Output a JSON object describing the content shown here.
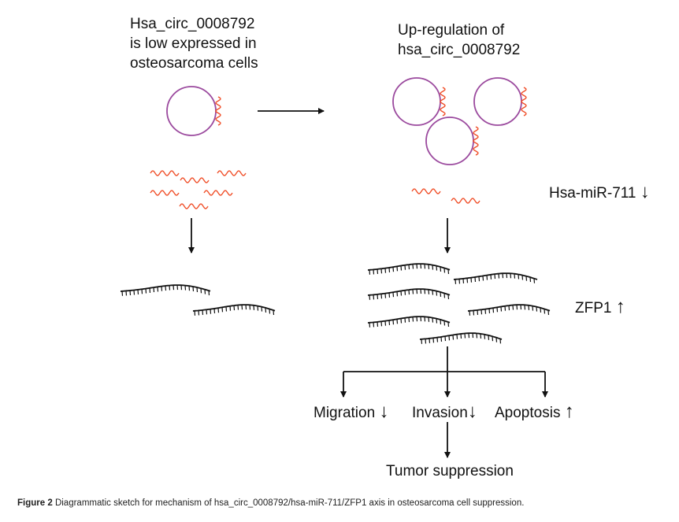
{
  "left_panel": {
    "title_lines": [
      "Hsa_circ_0008792",
      "is low expressed in",
      "osteosarcoma cells"
    ]
  },
  "right_panel": {
    "title_lines": [
      "Up-regulation of",
      "hsa_circ_0008792"
    ],
    "mirna_label": "Hsa-miR-711",
    "mirna_arrow": "↓",
    "target_label": "ZFP1",
    "target_arrow": "↑"
  },
  "outcomes": [
    {
      "label": "Migration",
      "arrow": "↓"
    },
    {
      "label": "Invasion",
      "arrow": "↓"
    },
    {
      "label": "Apoptosis",
      "arrow": "↑"
    }
  ],
  "final_outcome": "Tumor suppression",
  "caption": {
    "label": "Figure 2",
    "text": "Diagrammatic sketch for mechanism of hsa_circ_0008792/hsa-miR-711/ZFP1 axis in osteosarcoma cell suppression."
  },
  "colors": {
    "circrna": "#9b4a9e",
    "mirna": "#f0502a",
    "mrna": "#111111"
  }
}
